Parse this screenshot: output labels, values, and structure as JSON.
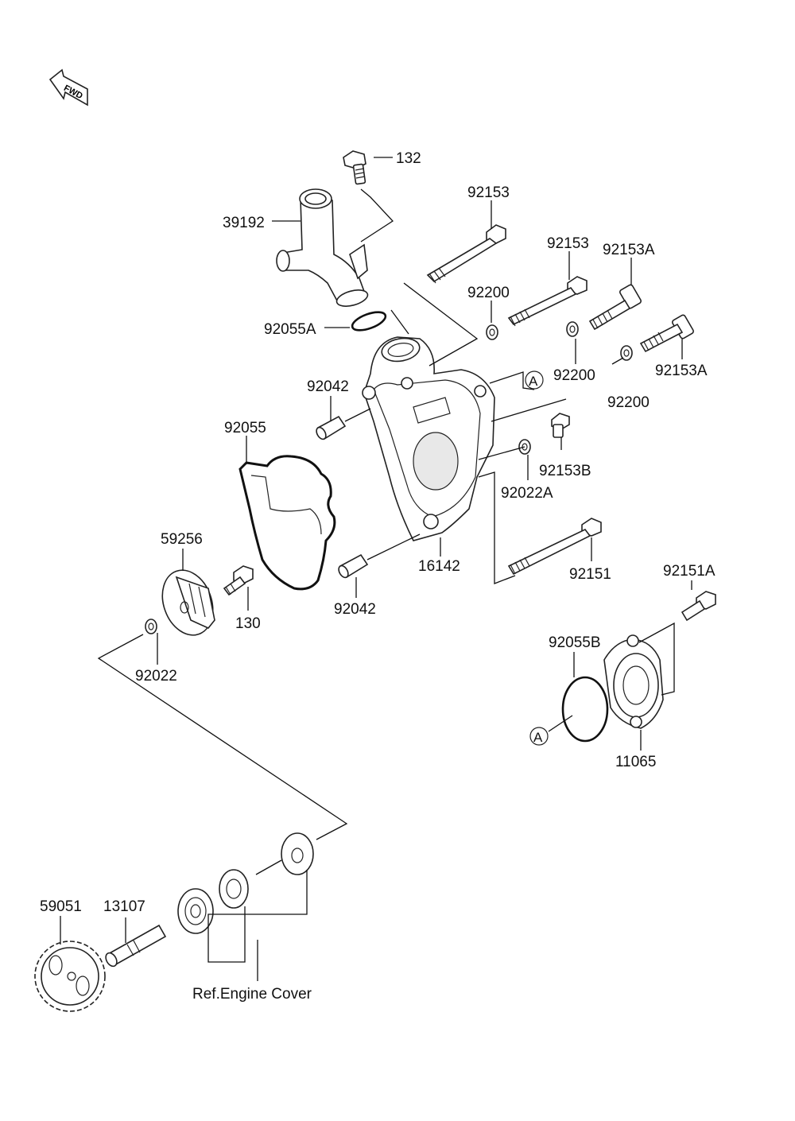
{
  "fwd_badge": "FWD",
  "ref_marker": "A",
  "labels": {
    "p132": "132",
    "p39192": "39192",
    "p92153_top": "92153",
    "p92153_mid": "92153",
    "p92153A_top": "92153A",
    "p92200_top": "92200",
    "p92055A": "92055A",
    "p92200_mid": "92200",
    "p92200_right": "92200",
    "p92153A_right": "92153A",
    "p92042_top": "92042",
    "p92055": "92055",
    "p92153B": "92153B",
    "p92022A": "92022A",
    "p59256": "59256",
    "p16142": "16142",
    "p92151": "92151",
    "p92151A": "92151A",
    "p130": "130",
    "p92042_bottom": "92042",
    "p92055B": "92055B",
    "p92022": "92022",
    "p11065": "11065",
    "p59051": "59051",
    "p13107": "13107",
    "ref_engine_cover": "Ref.Engine Cover"
  }
}
